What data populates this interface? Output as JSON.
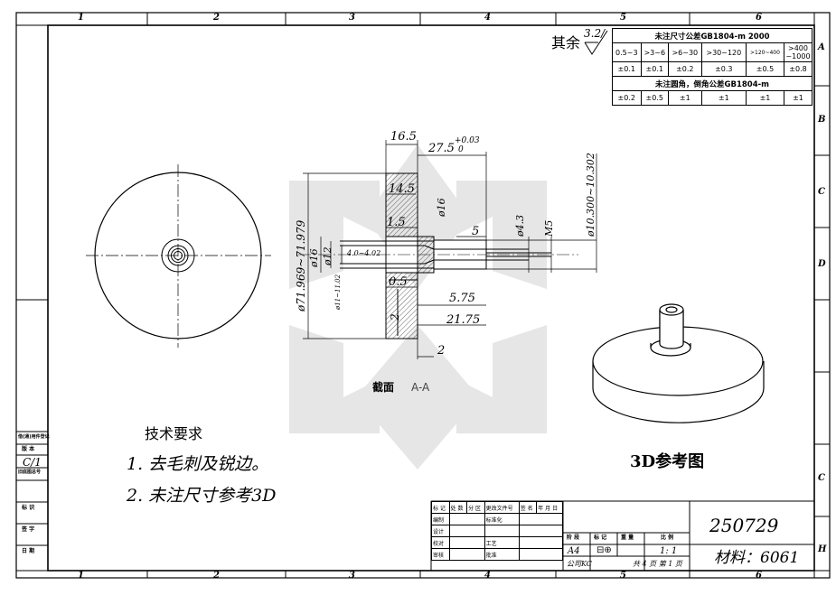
{
  "zones": {
    "top": [
      "1",
      "2",
      "3",
      "4",
      "5",
      "6"
    ],
    "bottom": [
      "1",
      "2",
      "3",
      "4",
      "5",
      "6"
    ],
    "right": [
      "A",
      "B",
      "C",
      "D",
      "C",
      "H"
    ]
  },
  "roughness": {
    "prefix": "其余",
    "value": "3.2/"
  },
  "tolerance_table": {
    "header1": "未注尺寸公差GB1804-m 2000",
    "ranges": [
      "0.5~3",
      ">3~6",
      ">6~30",
      ">30~120",
      ">120~400",
      ">400 ~1000"
    ],
    "values": [
      "±0.1",
      "±0.1",
      "±0.2",
      "±0.3",
      "±0.5",
      "±0.8"
    ],
    "header2": "未注圆角，倒角公差GB1804-m",
    "values2": [
      "±0.2",
      "±0.5",
      "±1",
      "±1",
      "±1",
      "±1"
    ]
  },
  "dimensions": {
    "d1": "16.5",
    "d2": "27.5",
    "d2_upper": "+0.03",
    "d2_lower": "0",
    "d3": "14.5",
    "d4": "1.5",
    "d5": "ø16",
    "d6": "5",
    "d7": "ø4.3",
    "d8": "M5",
    "d9": "ø10.300~10.302",
    "d10": "ø71.969~71.979",
    "d11": "ø16",
    "d12": "ø12",
    "d13": "4.0~4.02",
    "d14": "ø11~11.02",
    "d15": "0.5",
    "d16": "5.75",
    "d17": "2",
    "d18": "21.75",
    "d19": "2"
  },
  "section": {
    "label": "截面",
    "name": "A-A"
  },
  "ref3d_label": "3D参考图",
  "tech": {
    "title": "技术要求",
    "item1": "1. 去毛刺及锐边。",
    "item2": "2. 未注尺寸参考3D"
  },
  "left_strip": {
    "r1": "借(通)用件登记",
    "r2": "版  本",
    "r3": "C/1",
    "r4": "旧底图总号",
    "r5": "标  识",
    "r6": "签  字",
    "r7": "日  期"
  },
  "title_block": {
    "part_no": "250729",
    "material": "材料：6061",
    "size": "A4",
    "scale": "1: 1",
    "sheet": "共 4 页 第 1 页",
    "company": "公司KC",
    "labels": {
      "mark": "标 记",
      "count": "处 数",
      "zone": "分 区",
      "change": "更改文件号",
      "sign": "签 名",
      "date": "年 月 日",
      "draw": "编制",
      "design": "设计",
      "check": "校对",
      "approve": "审核",
      "std": "标准化",
      "process": "工艺",
      "ratify": "批准",
      "stage": "阶 段",
      "label_mark": "标 记",
      "weight": "重 量",
      "ratio": "比 例"
    }
  }
}
